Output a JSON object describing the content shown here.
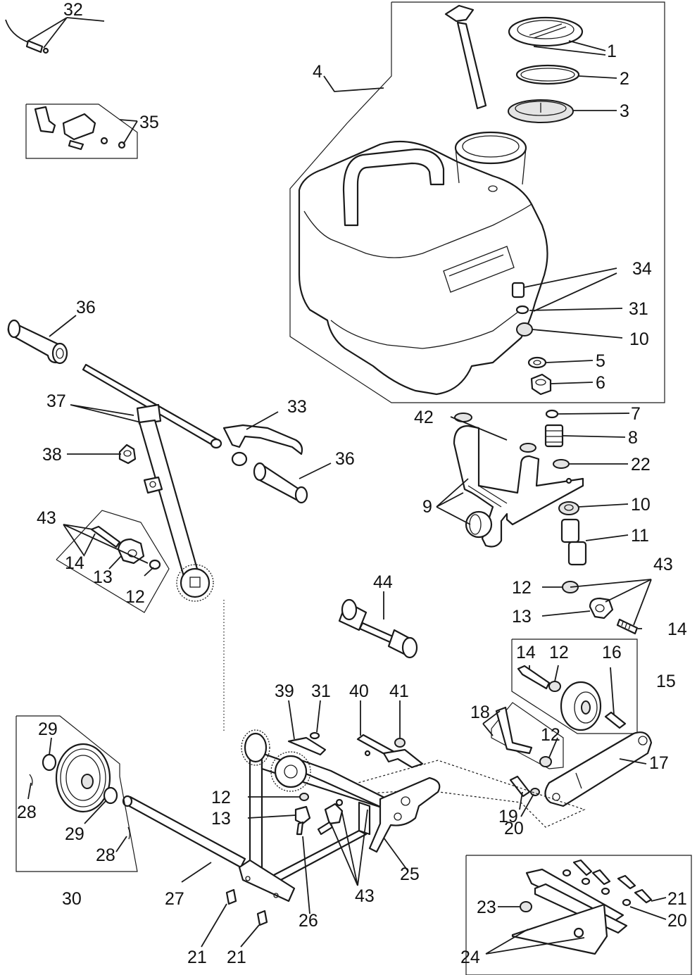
{
  "labels": {
    "l1": "1",
    "l2": "2",
    "l3": "3",
    "l4": "4",
    "l5": "5",
    "l6": "6",
    "l7": "7",
    "l8": "8",
    "l9": "9",
    "l10a": "10",
    "l10b": "10",
    "l11": "11",
    "l12a": "12",
    "l12b": "12",
    "l12c": "12",
    "l12d": "12",
    "l12e": "12",
    "l13a": "13",
    "l13b": "13",
    "l13c": "13",
    "l14a": "14",
    "l14b": "14",
    "l14c": "14",
    "l15": "15",
    "l16": "16",
    "l17": "17",
    "l18": "18",
    "l19": "19",
    "l20a": "20",
    "l20b": "20",
    "l21a": "21",
    "l21b": "21",
    "l21c": "21",
    "l22": "22",
    "l23": "23",
    "l24": "24",
    "l25": "25",
    "l26": "26",
    "l27": "27",
    "l28a": "28",
    "l28b": "28",
    "l29a": "29",
    "l29b": "29",
    "l30": "30",
    "l31a": "31",
    "l31b": "31",
    "l32": "32",
    "l33": "33",
    "l34": "34",
    "l35": "35",
    "l36a": "36",
    "l36b": "36",
    "l37": "37",
    "l38": "38",
    "l39": "39",
    "l40": "40",
    "l41": "41",
    "l42": "42",
    "l43a": "43",
    "l43b": "43",
    "l43c": "43",
    "l44": "44"
  }
}
